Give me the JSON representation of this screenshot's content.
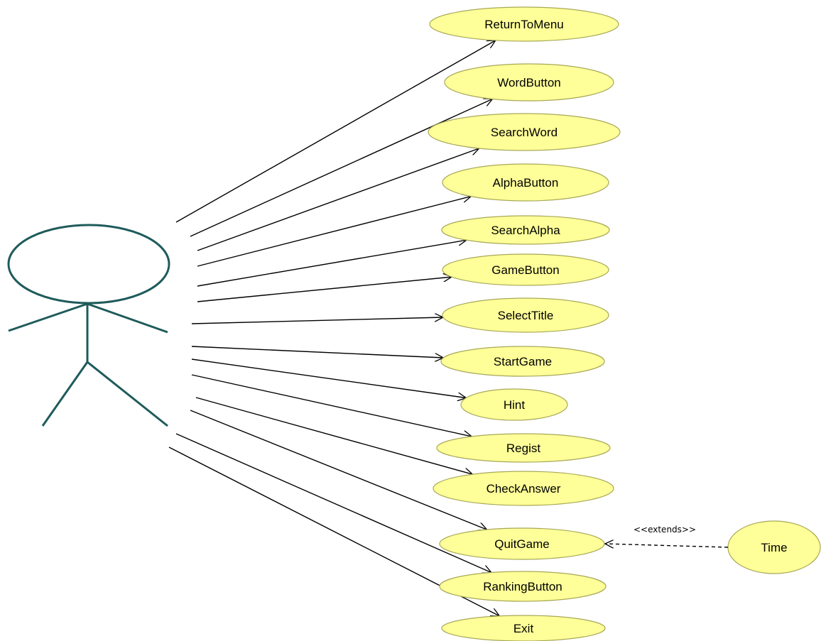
{
  "diagram": {
    "actor": {
      "name": ""
    },
    "use_cases": [
      {
        "id": "return-to-menu",
        "label": "ReturnToMenu"
      },
      {
        "id": "word-button",
        "label": "WordButton"
      },
      {
        "id": "search-word",
        "label": "SearchWord"
      },
      {
        "id": "alpha-button",
        "label": "AlphaButton"
      },
      {
        "id": "search-alpha",
        "label": "SearchAlpha"
      },
      {
        "id": "game-button",
        "label": "GameButton"
      },
      {
        "id": "select-title",
        "label": "SelectTitle"
      },
      {
        "id": "start-game",
        "label": "StartGame"
      },
      {
        "id": "hint",
        "label": "Hint"
      },
      {
        "id": "regist",
        "label": "Regist"
      },
      {
        "id": "check-answer",
        "label": "CheckAnswer"
      },
      {
        "id": "quit-game",
        "label": "QuitGame"
      },
      {
        "id": "ranking-button",
        "label": "RankingButton"
      },
      {
        "id": "exit",
        "label": "Exit"
      }
    ],
    "extension": {
      "use_case": {
        "id": "time",
        "label": "Time"
      },
      "stereotype": "<<extends>>",
      "target": "quit-game"
    },
    "colors": {
      "use_case_fill": "#ffff99",
      "use_case_stroke": "#a8a858",
      "actor_stroke": "#1f5b5b",
      "line": "#000000"
    }
  }
}
